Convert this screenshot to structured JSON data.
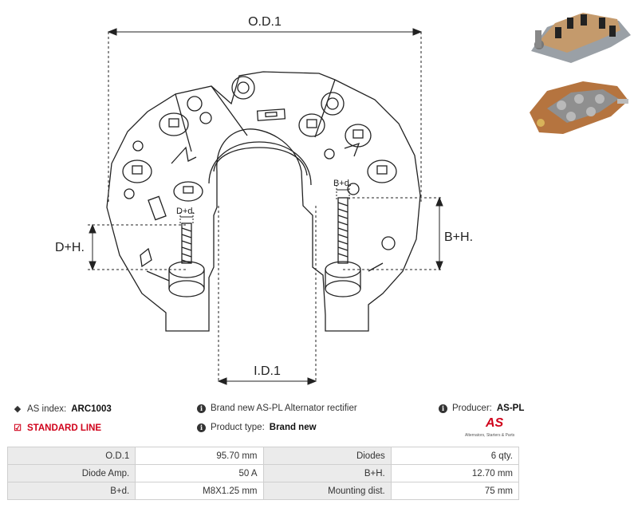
{
  "drawing": {
    "od_label": "O.D.1",
    "id_label": "I.D.1",
    "dh_label": "D+H.",
    "bh_label": "B+H.",
    "dd_label": "D+d.",
    "bd_label": "B+d."
  },
  "info": {
    "index_label": "AS index:",
    "index_value": "ARC1003",
    "standard_line": "STANDARD LINE",
    "brand_text": "Brand new AS-PL Alternator rectifier",
    "product_type_label": "Product type:",
    "product_type_value": "Brand new",
    "producer_label": "Producer:",
    "producer_value": "AS-PL"
  },
  "logo": {
    "mark": "AS",
    "tagline": "Alternators, Starters & Parts"
  },
  "specs": [
    [
      "O.D.1",
      "95.70 mm",
      "Diodes",
      "6 qty."
    ],
    [
      "Diode Amp.",
      "50 A",
      "B+H.",
      "12.70 mm"
    ],
    [
      "B+d.",
      "M8X1.25 mm",
      "Mounting dist.",
      "75 mm"
    ]
  ],
  "icons": {
    "index": "tag-icon",
    "standard": "checkbox-icon",
    "brand": "info-icon",
    "product_type": "info-icon",
    "producer": "info-icon"
  }
}
